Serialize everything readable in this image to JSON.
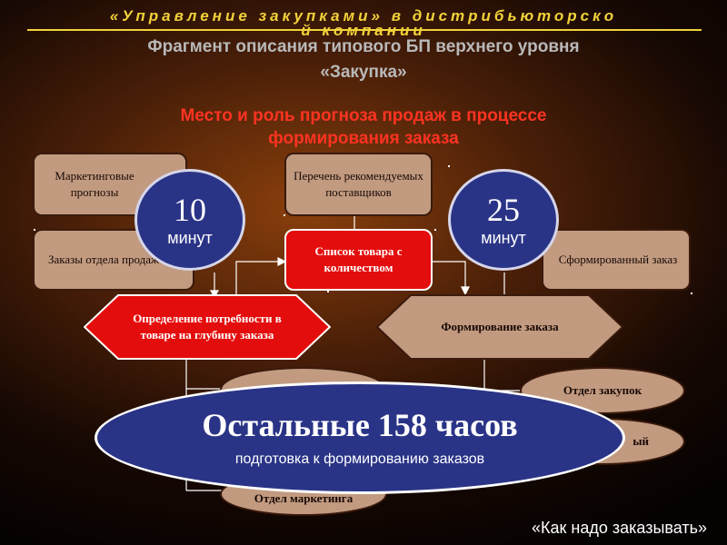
{
  "header": {
    "banner_line1": "«Управление закупками» в дистрибьюторско",
    "banner_line2": "й компании",
    "subtitle_line1": "Фрагмент описания типового БП верхнего уровня",
    "subtitle_line2": "«Закупка»",
    "section_title_line1": "Место и роль прогноза продаж в процессе",
    "section_title_line2": "формирования заказа"
  },
  "boxes": {
    "marketing_forecasts": "Маркетинговые прогнозы",
    "sales_orders": "Заказы отдела продаж",
    "suppliers_list": "Перечень рекомендуемых поставщиков",
    "goods_list": "Список товара с количеством",
    "formed_order": "Сформированный заказ"
  },
  "circles": {
    "left_value": "10",
    "left_unit": "минут",
    "right_value": "25",
    "right_unit": "минут"
  },
  "hexagons": {
    "need_definition": "Определение потребности в товаре на глубину заказа",
    "order_forming": "Формирование заказа"
  },
  "ellipses": {
    "purchasing_dept": "Отдел закупок",
    "right_partial": "ый",
    "marketing_dept": "Отдел маркетинга"
  },
  "callout": {
    "main": "Остальные 158 часов",
    "sub": "подготовка к формированию заказов"
  },
  "footer": {
    "link": "«Как надо заказывать»"
  },
  "colors": {
    "box_fill": "#c19a80",
    "highlight_red": "#e40d0d",
    "circle_blue": "#2a3487",
    "banner_yellow": "#f2d23a",
    "title_red": "#ff3322"
  }
}
